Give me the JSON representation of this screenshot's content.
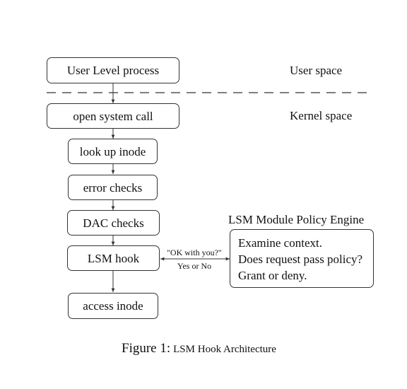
{
  "flow": {
    "user_process": "User Level process",
    "open_syscall": "open system call",
    "lookup_inode": "look up inode",
    "error_checks": "error checks",
    "dac_checks": "DAC checks",
    "lsm_hook": "LSM hook",
    "access_inode": "access inode"
  },
  "spaces": {
    "user": "User space",
    "kernel": "Kernel space"
  },
  "exchange": {
    "query": "\"OK with you?\"",
    "answer": "Yes or No"
  },
  "policy_engine": {
    "title": "LSM Module Policy Engine",
    "lines": [
      "Examine context.",
      "Does request pass policy?",
      "Grant or deny."
    ]
  },
  "caption": {
    "figure": "Figure 1:",
    "text": "LSM Hook Architecture"
  },
  "colors": {
    "line": "#333333",
    "text": "#111111",
    "background": "#ffffff"
  }
}
